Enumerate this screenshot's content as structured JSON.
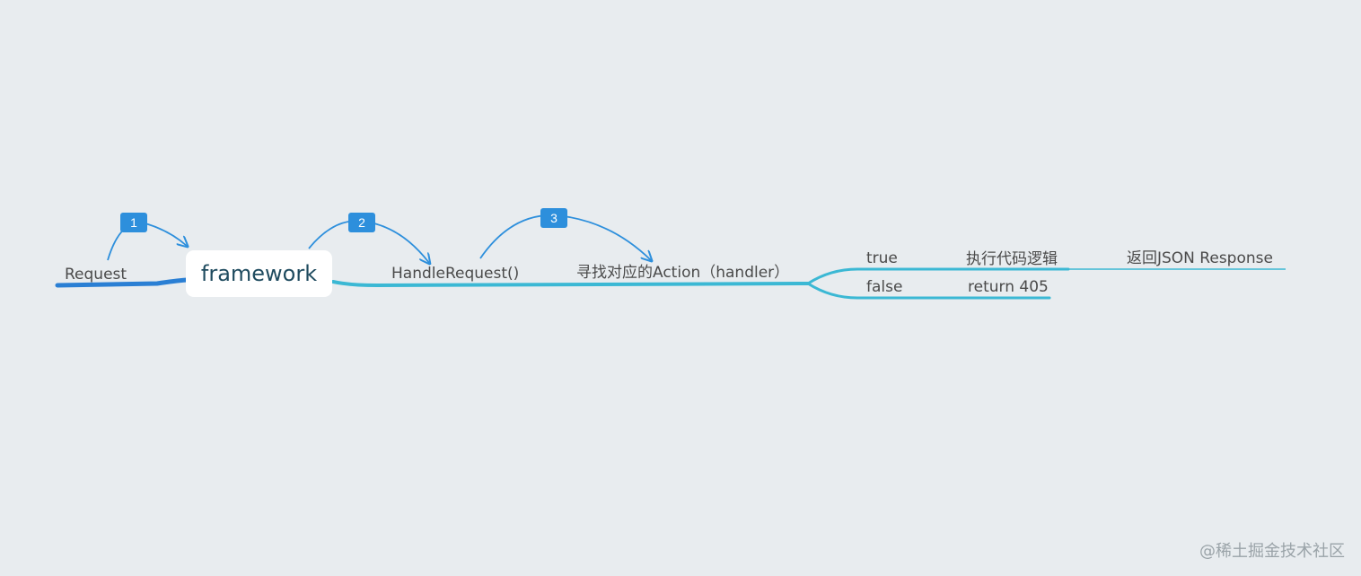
{
  "nodes": {
    "request": "Request",
    "framework": "framework",
    "handle_request": "HandleRequest()",
    "find_action": "寻找对应的Action（handler）",
    "true_branch": "true",
    "false_branch": "false",
    "execute_logic": "执行代码逻辑",
    "return_json": "返回JSON Response",
    "return_405": "return 405"
  },
  "steps": [
    "1",
    "2",
    "3"
  ],
  "watermark": "@稀土掘金技术社区",
  "colors": {
    "background": "#e8ecef",
    "main_branch": "#2a7fd4",
    "sub_branch": "#3bb8d4",
    "badge": "#2d8fdc",
    "arrow": "#2d8fdc"
  }
}
